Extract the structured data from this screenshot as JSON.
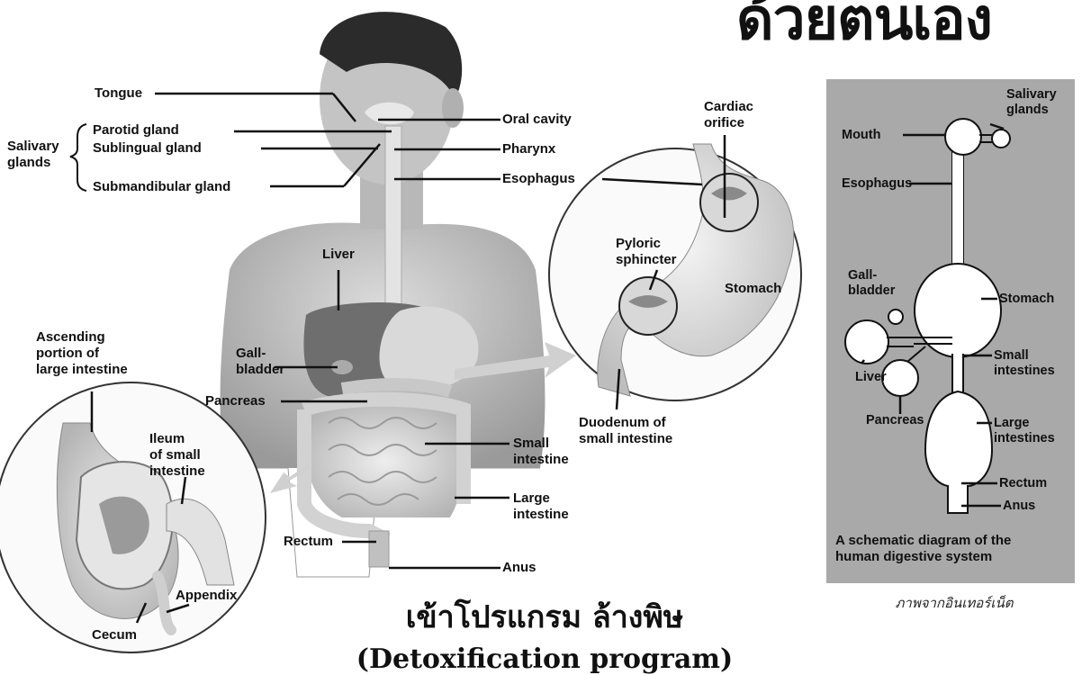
{
  "headline": "ด้วยตนเอง",
  "title_thai": "เข้าโปรแกรม ล้างพิษ",
  "title_english": "(Detoxification program)",
  "image_credit": "ภาพจากอินเทอร์เน็ต",
  "anatomy_labels": {
    "tongue": "Tongue",
    "salivary_glands": "Salivary\nglands",
    "parotid_gland": "Parotid gland",
    "sublingual_gland": "Sublingual gland",
    "submandibular_gland": "Submandibular gland",
    "oral_cavity": "Oral cavity",
    "pharynx": "Pharynx",
    "esophagus": "Esophagus",
    "cardiac_orifice": "Cardiac\norifice",
    "pyloric_sphincter": "Pyloric\nsphincter",
    "stomach": "Stomach",
    "liver": "Liver",
    "gallbladder": "Gall-\nbladder",
    "pancreas": "Pancreas",
    "duodenum": "Duodenum of\nsmall intestine",
    "small_intestine": "Small\nintestine",
    "large_intestine": "Large\nintestine",
    "rectum": "Rectum",
    "anus": "Anus",
    "ascending_colon": "Ascending\nportion of\nlarge intestine",
    "ileum": "Ileum\nof small\nintestine",
    "appendix": "Appendix",
    "cecum": "Cecum"
  },
  "schematic": {
    "salivary_glands": "Salivary\nglands",
    "mouth": "Mouth",
    "esophagus": "Esophagus",
    "gallbladder": "Gall-\nbladder",
    "stomach": "Stomach",
    "small_intestines": "Small\nintestines",
    "liver": "Liver",
    "pancreas": "Pancreas",
    "large_intestines": "Large\nintestines",
    "rectum": "Rectum",
    "anus": "Anus",
    "caption": "A schematic diagram of the\nhuman digestive system"
  },
  "colors": {
    "panel_gray": "#a9a9a9",
    "skin": "#c8c8c8",
    "organ_dark": "#6e6e6e",
    "leader_line": "#111111"
  }
}
